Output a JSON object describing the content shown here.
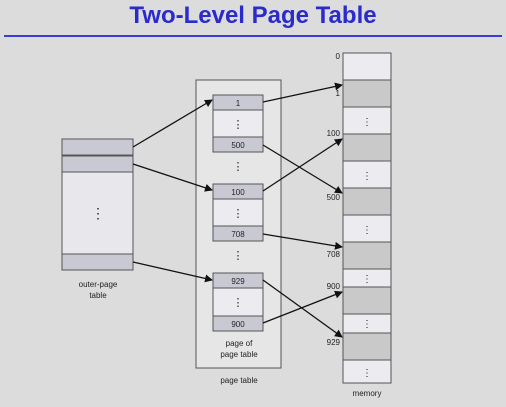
{
  "title": "Two-Level Page Table",
  "outer_page_table": {
    "label_line1": "outer-page",
    "label_line2": "table",
    "ellipsis": "⋮"
  },
  "page_of_page_table": {
    "label_line1": "page of",
    "label_line2": "page table",
    "entries": [
      "1",
      "500",
      "100",
      "708",
      "929",
      "900"
    ]
  },
  "page_table_label": "page table",
  "memory": {
    "label": "memory",
    "axis_labels": [
      "0",
      "1",
      "100",
      "500",
      "708",
      "900",
      "929"
    ]
  }
}
